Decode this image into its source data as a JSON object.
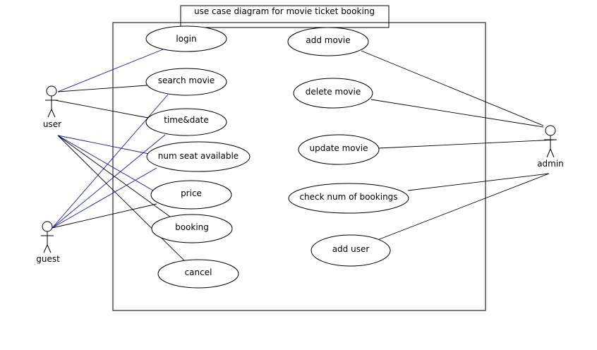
{
  "title": "use case diagram for movie ticket booking",
  "actors": {
    "user": "user",
    "guest": "guest",
    "admin": "admin"
  },
  "use_cases": {
    "login": "login",
    "search_movie": "search movie",
    "time_date": "time&date",
    "num_seat": "num seat available",
    "price": "price",
    "booking": "booking",
    "cancel": "cancel",
    "add_movie": "add movie",
    "delete_movie": "delete movie",
    "update_movie": "update movie",
    "check_bookings": "check num of bookings",
    "add_user": "add user"
  },
  "associations": [
    {
      "actor": "user",
      "use_case": "login",
      "color": "#1a1aa0"
    },
    {
      "actor": "user",
      "use_case": "search_movie",
      "color": "#000000"
    },
    {
      "actor": "user",
      "use_case": "time_date",
      "color": "#000000"
    },
    {
      "actor": "user",
      "use_case": "num_seat",
      "color": "#1a1aa0"
    },
    {
      "actor": "user",
      "use_case": "price",
      "color": "#1a1aa0"
    },
    {
      "actor": "user",
      "use_case": "booking",
      "color": "#000000"
    },
    {
      "actor": "user",
      "use_case": "cancel",
      "color": "#000000"
    },
    {
      "actor": "guest",
      "use_case": "search_movie",
      "color": "#1a1aa0"
    },
    {
      "actor": "guest",
      "use_case": "time_date",
      "color": "#1a1aa0"
    },
    {
      "actor": "guest",
      "use_case": "num_seat",
      "color": "#1a1aa0"
    },
    {
      "actor": "guest",
      "use_case": "price",
      "color": "#000000"
    },
    {
      "actor": "admin",
      "use_case": "add_movie",
      "color": "#000000"
    },
    {
      "actor": "admin",
      "use_case": "delete_movie",
      "color": "#000000"
    },
    {
      "actor": "admin",
      "use_case": "update_movie",
      "color": "#000000"
    },
    {
      "actor": "admin",
      "use_case": "check_bookings",
      "color": "#000000"
    },
    {
      "actor": "admin",
      "use_case": "add_user",
      "color": "#000000"
    }
  ]
}
